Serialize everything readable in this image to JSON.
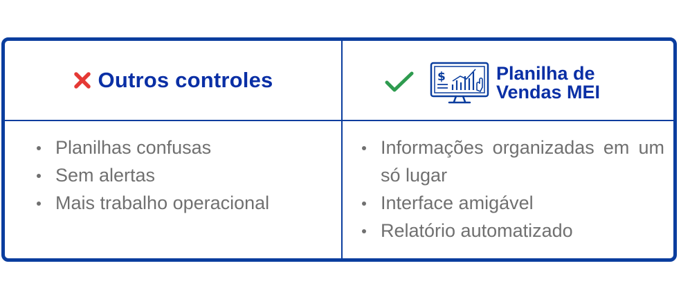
{
  "left_column": {
    "icon": "cross-icon",
    "title": "Outros controles",
    "items": [
      "Planilhas confusas",
      "Sem alertas",
      "Mais trabalho operacional"
    ]
  },
  "right_column": {
    "icon": "check-icon",
    "logo_icon": "sales-monitor-icon",
    "title_line1": "Planilha de",
    "title_line2": "Vendas MEI",
    "items": [
      "Informações organizadas em um só lugar",
      "Interface amigável",
      "Relatório automatizado"
    ]
  },
  "colors": {
    "border": "#0a3d9e",
    "title": "#0a2fa5",
    "cross": "#e53935",
    "check": "#2e9b4f",
    "text": "#707070"
  }
}
